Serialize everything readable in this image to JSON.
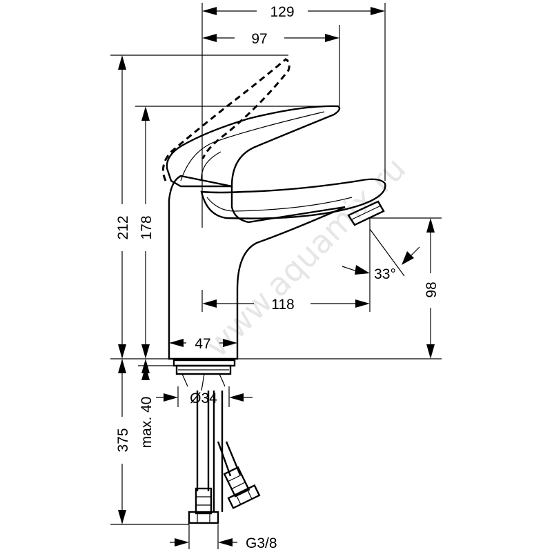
{
  "watermark": "www.aquamix.ru",
  "dimensions": {
    "width_total": "129",
    "width_handle": "97",
    "height_total": "212",
    "height_handle": "178",
    "spout_height": "98",
    "spout_reach": "118",
    "spout_angle": "33°",
    "body_diameter": "47",
    "hole_diameter": "Ø34",
    "max_thickness": "max. 40",
    "hose_length": "375",
    "connection_thread": "G3/8"
  }
}
